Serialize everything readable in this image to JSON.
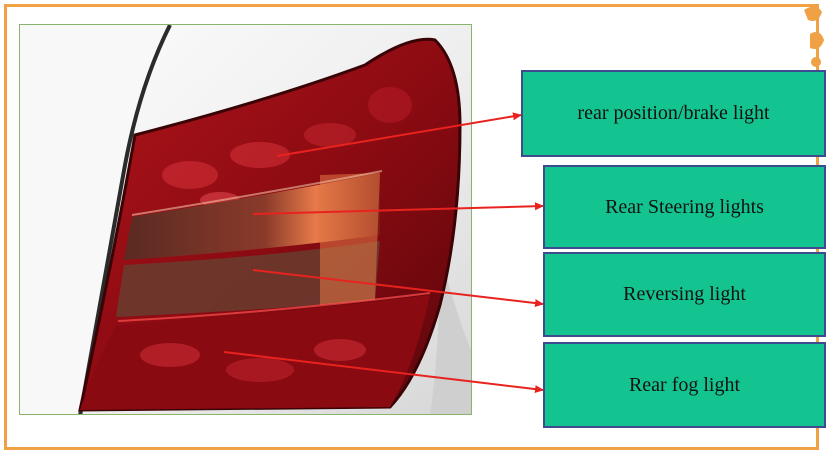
{
  "diagram": {
    "labels": [
      {
        "id": "rear-position-brake-light",
        "text": "rear position/brake light"
      },
      {
        "id": "rear-steering-lights",
        "text": "Rear Steering lights"
      },
      {
        "id": "reversing-light",
        "text": "Reversing light"
      },
      {
        "id": "rear-fog-light",
        "text": "Rear fog light"
      }
    ],
    "colors": {
      "frame_border": "#f0a146",
      "label_fill": "#14c490",
      "label_border": "#3f4b8f",
      "arrow": "#e8231f",
      "lamp_red": "#8d0b12",
      "car_body": "#f2f2f2"
    }
  }
}
